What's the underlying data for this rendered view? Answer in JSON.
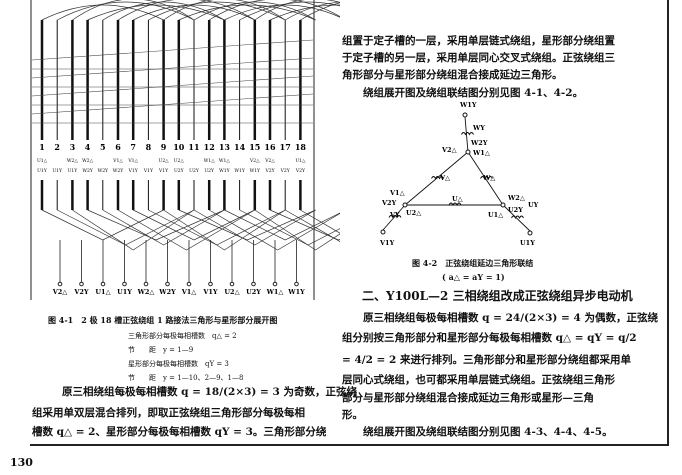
{
  "page_number": "130",
  "figure_4_1": {
    "slot_numbers": [
      "1",
      "2",
      "3",
      "4",
      "5",
      "6",
      "7",
      "8",
      "9",
      "10",
      "11",
      "12",
      "13",
      "14",
      "15",
      "16",
      "17",
      "18"
    ],
    "delta_labels": [
      "U1△",
      "",
      "W2△",
      "W2△",
      "",
      "V1△",
      "V1△",
      "",
      "U2△",
      "U2△",
      "",
      "W1△",
      "W1△",
      "",
      "V2△",
      "V2△",
      "",
      "U1△"
    ],
    "star_labels": [
      "U1Y",
      "U1Y",
      "U1Y",
      "W2Y",
      "W2Y",
      "W2Y",
      "V1Y",
      "V1Y",
      "V1Y",
      "U2Y",
      "U2Y",
      "U2Y",
      "W1Y",
      "W1Y",
      "W1Y",
      "V2Y",
      "V2Y",
      "V2Y"
    ],
    "terminals": [
      "V2△",
      "V2Y",
      "U1△",
      "U1Y",
      "W2△",
      "W2Y",
      "V1△",
      "V1Y",
      "U2△",
      "U2Y",
      "W1△",
      "W1Y"
    ],
    "caption": "图 4-1　2 极 18 槽正弦绕组 1 路接法三角形与星形部分展开图",
    "notes": [
      "三角形部分每极每相槽数　q△ = 2",
      "节　　距　y = 1—9",
      "星形部分每极每相槽数　qY = 3",
      "节　　距　y = 1—10、2—9、1—8"
    ]
  },
  "left_text": [
    "原三相绕组每极每相槽数 q = 18/(2×3) = 3 为奇数，正弦绕",
    "组采用单双层混合排列，即取正弦绕组三角形部分每极每相",
    "槽数 q△ = 2、星形部分每极每相槽数 qY = 3。三角形部分绕"
  ],
  "right_text_top": [
    "组置于定子槽的一层，采用单层链式绕组，星形部分绕组置",
    "于定子槽的另一层，采用单层同心交叉式绕组。正弦绕组三",
    "角形部分与星形部分绕组混合接成延边三角形。",
    "　　绕组展开图及绕组联结图分别见图 4-1、4-2。"
  ],
  "figure_4_2": {
    "labels": {
      "w1y": "W1Y",
      "wy": "WY",
      "w2y": "W2Y",
      "v2d": "V2△",
      "w1d": "W1△",
      "vd": "V△",
      "wd": "W△",
      "v1d": "V1△",
      "v2y": "V2Y",
      "vy": "VY",
      "u2d": "U2△",
      "ud": "U△",
      "u1d": "U1△",
      "w2d": "W2△",
      "u2y": "U2Y",
      "uy": "UY",
      "v1y": "V1Y",
      "u1y": "U1Y"
    },
    "caption": "图 4-2　正弦绕组延边三角形联结",
    "subcaption": "( a△ = aY = 1)"
  },
  "section_heading": "二、Y100L—2 三相绕组改成正弦绕组异步电动机",
  "right_text_bottom": [
    "　　原三相绕组每极每相槽数 q = 24/(2×3) = 4 为偶数，正弦绕",
    "组分别按三角形部分和星形部分每极每相槽数 q△ = qY = q/2",
    "= 4/2 = 2 来进行排列。三角形部分和星形部分绕组都采用单",
    "层同心式绕组，也可都采用单层链式绕组。正弦绕组三角形",
    "部分与星形部分绕组混合接成延边三角形或星形—三角",
    "形。",
    "　　绕组展开图及绕组联结图分别见图 4-3、4-4、4-5。"
  ]
}
